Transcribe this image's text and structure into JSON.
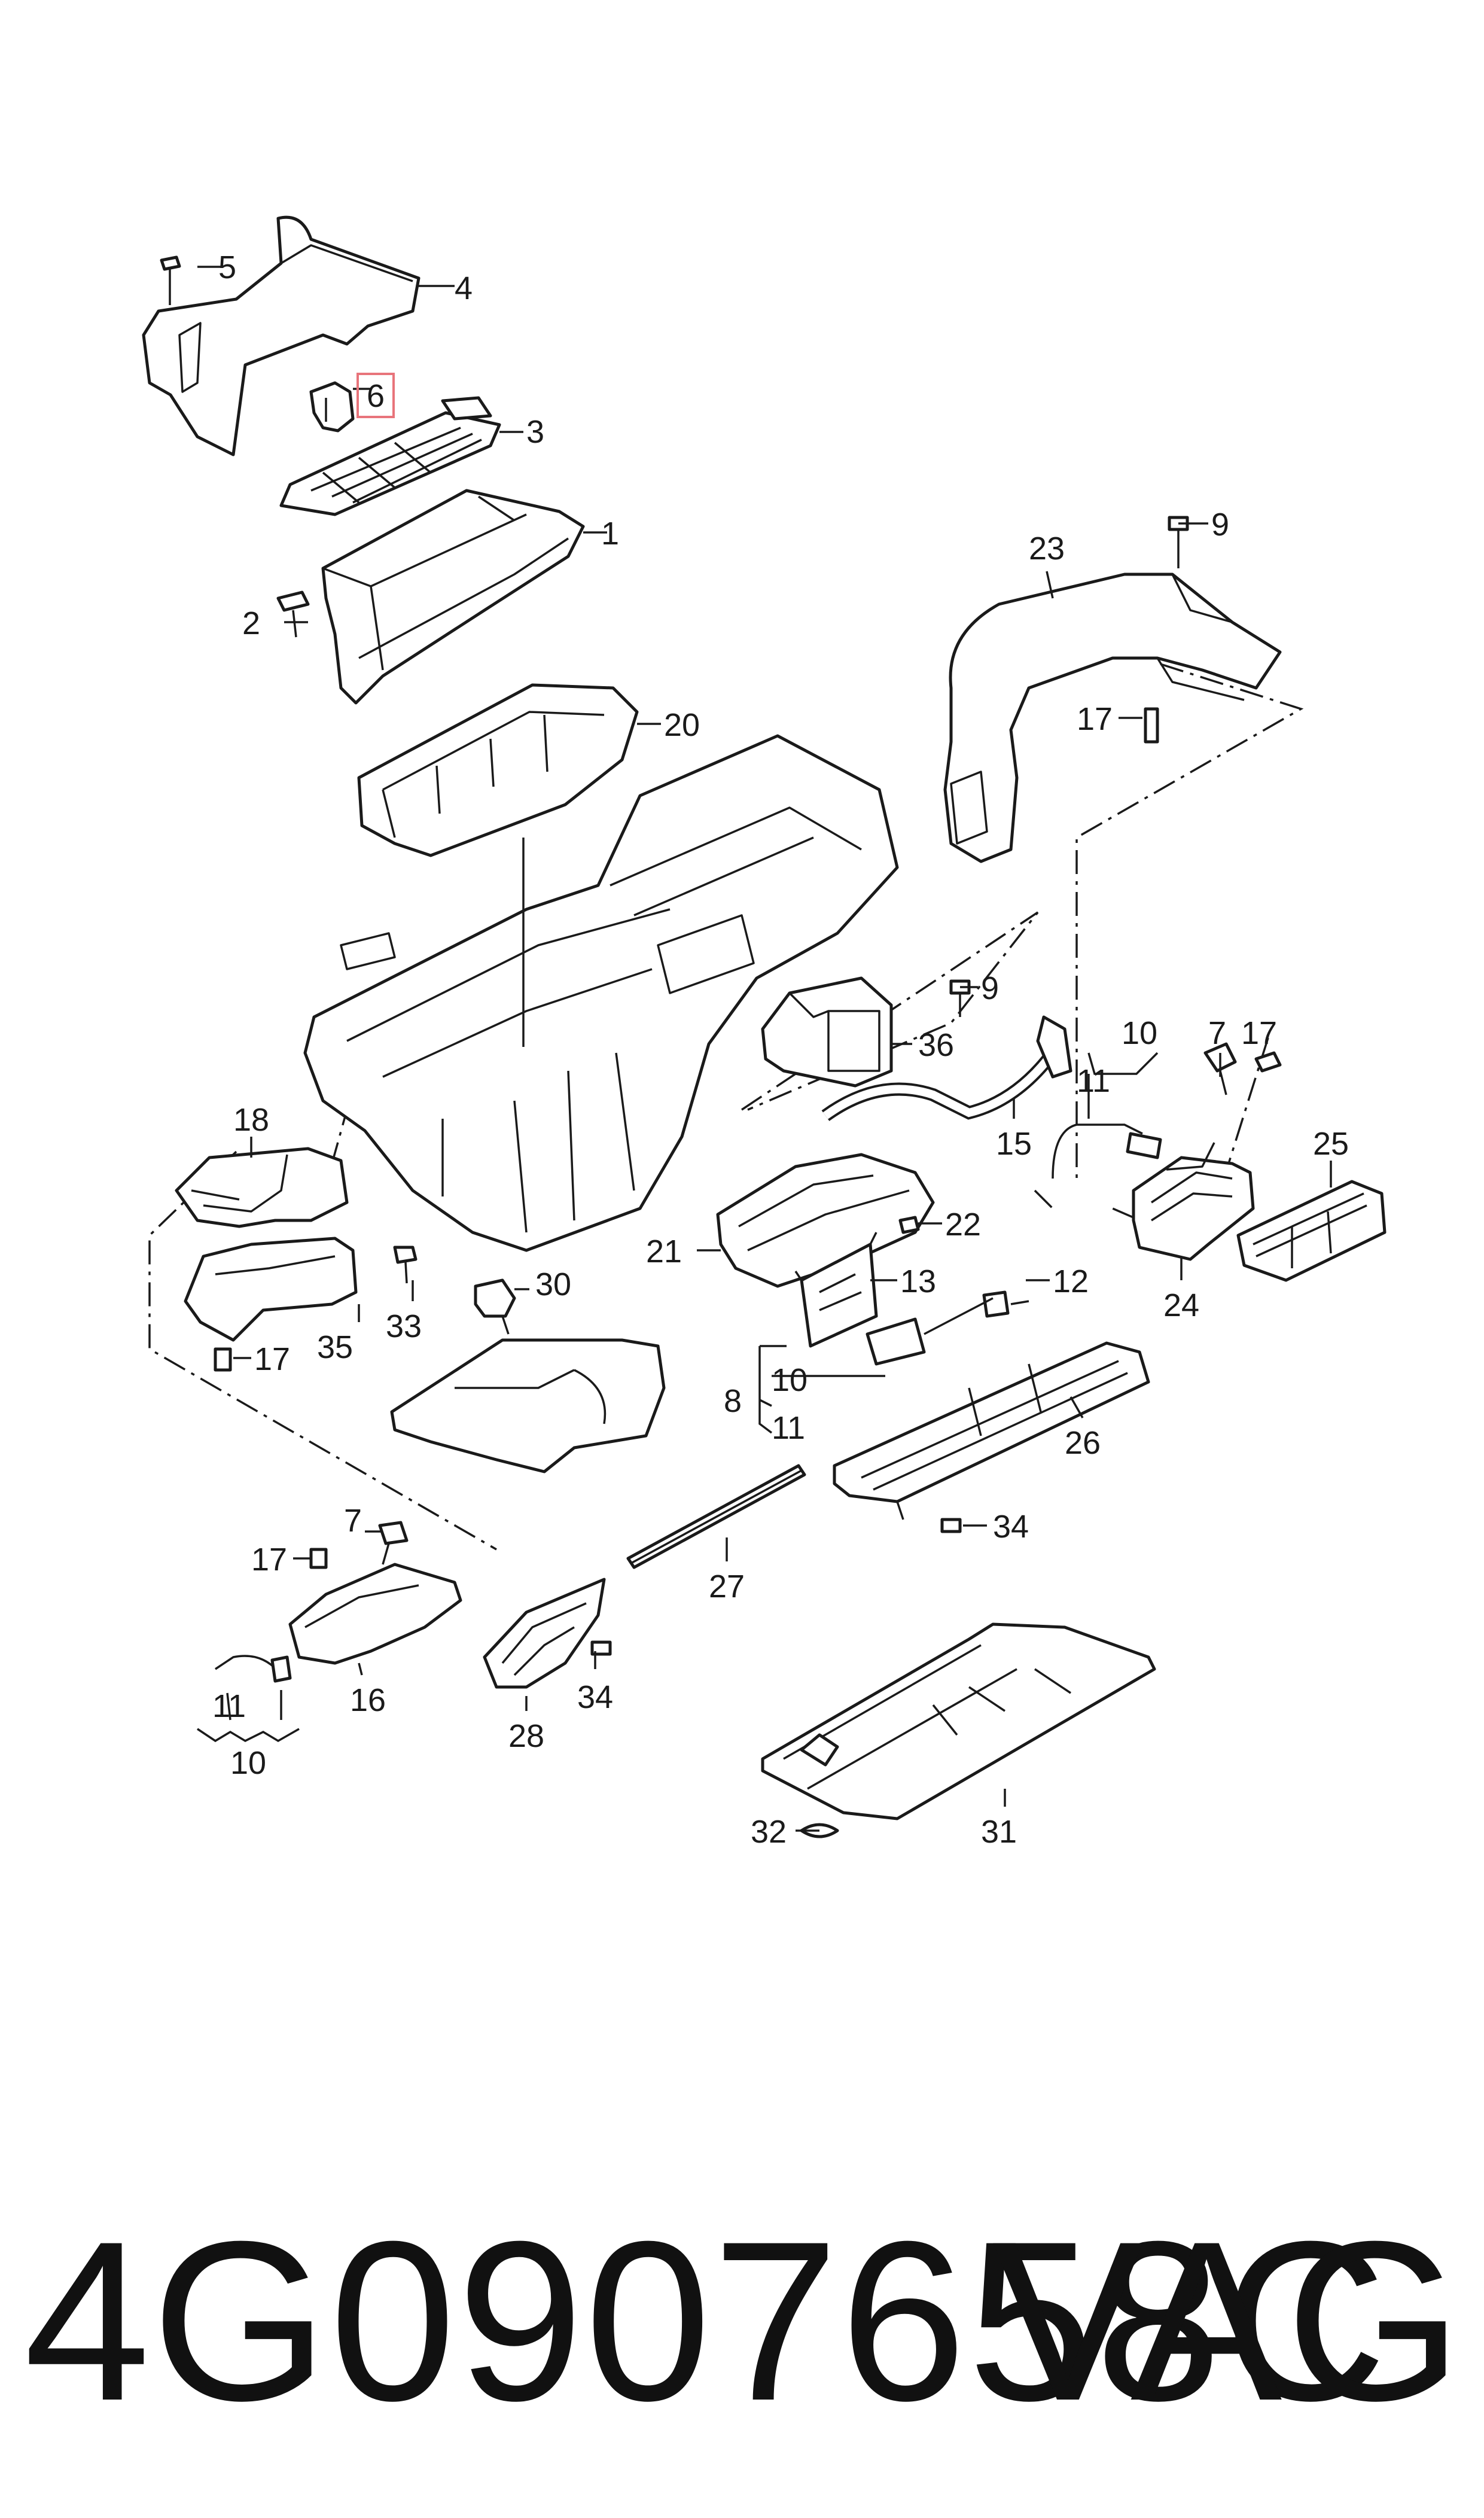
{
  "diagram": {
    "highlight_color": "#e8747b",
    "callouts": {
      "c1": "1",
      "c2": "2",
      "c3": "3",
      "c4": "4",
      "c5": "5",
      "c6": "6",
      "c7a": "7",
      "c7b": "7",
      "c8": "8",
      "c9a": "9",
      "c9b": "9",
      "c10a": "10",
      "c10b": "10",
      "c10c": "10",
      "c11a": "11",
      "c11b": "11",
      "c11c": "11",
      "c12": "12",
      "c13": "13",
      "c15": "15",
      "c16": "16",
      "c17a": "17",
      "c17b": "17",
      "c17c": "17",
      "c17d": "17",
      "c18": "18",
      "c20": "20",
      "c21": "21",
      "c22": "22",
      "c23": "23",
      "c24": "24",
      "c25": "25",
      "c26": "26",
      "c27": "27",
      "c28": "28",
      "c30": "30",
      "c31": "31",
      "c32": "32",
      "c33": "33",
      "c34a": "34",
      "c34b": "34",
      "c35": "35",
      "c36": "36"
    }
  },
  "footer": {
    "part_number": "4G0907658C",
    "brand": "VAG"
  }
}
